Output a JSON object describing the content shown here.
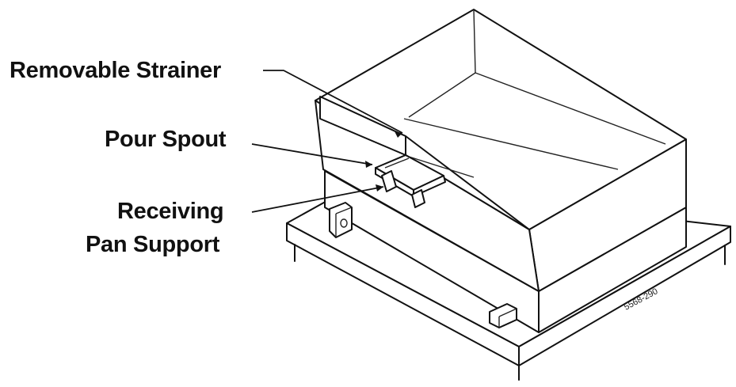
{
  "labels": {
    "strainer": "Removable Strainer",
    "spout": "Pour Spout",
    "support_line1": "Receiving",
    "support_line2": "Pan Support"
  },
  "drawing_code": "5568-290"
}
